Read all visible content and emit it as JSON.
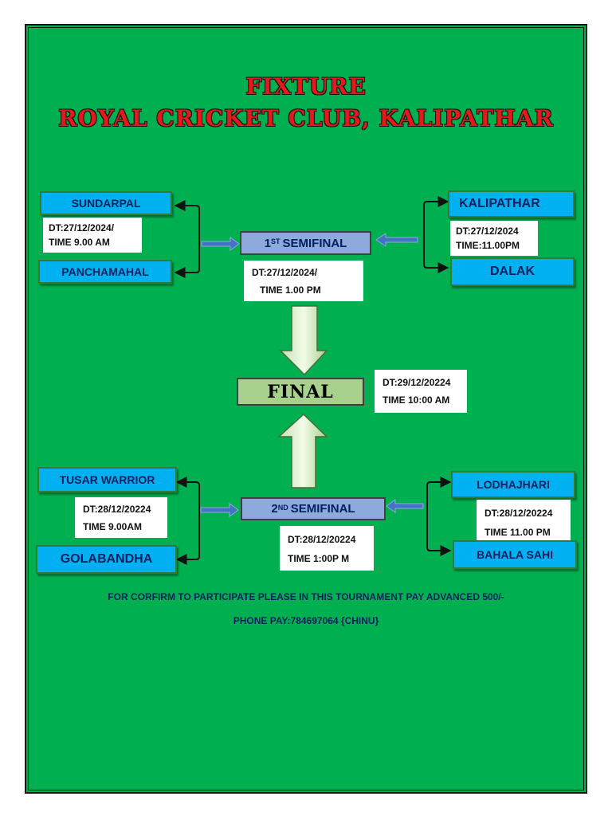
{
  "title": {
    "line1": "FIXTURE",
    "line2": "ROYAL CRICKET CLUB, KALIPATHAR"
  },
  "semifinal1": {
    "ordinal_num": "1",
    "ordinal_suffix": "ST",
    "label": "SEMIFINAL",
    "date": "DT:27/12/2024/",
    "time": "TIME 1.00 PM",
    "left_match": {
      "team_a": "SUNDARPAL",
      "team_b": "PANCHAMAHAL",
      "date": "DT:27/12/2024/",
      "time": "TIME 9.00 AM"
    },
    "right_match": {
      "team_a": "KALIPATHAR",
      "team_b": "DALAK",
      "date": "DT:27/12/2024",
      "time": "TIME:11.00PM"
    }
  },
  "final": {
    "label": "FINAL",
    "date": "DT:29/12/20224",
    "time": "TIME 10:00 AM"
  },
  "semifinal2": {
    "ordinal_num": "2",
    "ordinal_suffix": "ND",
    "label": "SEMIFINAL",
    "date": "DT:28/12/20224",
    "time": "TIME 1:00P M",
    "left_match": {
      "team_a": "TUSAR WARRIOR",
      "team_b": "GOLABANDHA",
      "date": "DT:28/12/20224",
      "time": "TIME 9.00AM"
    },
    "right_match": {
      "team_a": "LODHAJHARI",
      "team_b": "BAHALA SAHI",
      "date": "DT:28/12/20224",
      "time": "TIME 11.00 PM"
    }
  },
  "notice": {
    "line1": "FOR CORFIRM TO PARTICIPATE PLEASE IN THIS TOURNAMENT PAY ADVANCED 500/-",
    "line2": "PHONE PAY:784697064 {CHINU}"
  },
  "colors": {
    "background": "#00b050",
    "team_box": "#00b0f0",
    "semifinal_box": "#8ea9db",
    "final_box": "#a9d18e",
    "title_text": "#e31a1a",
    "label_text": "#002060"
  }
}
